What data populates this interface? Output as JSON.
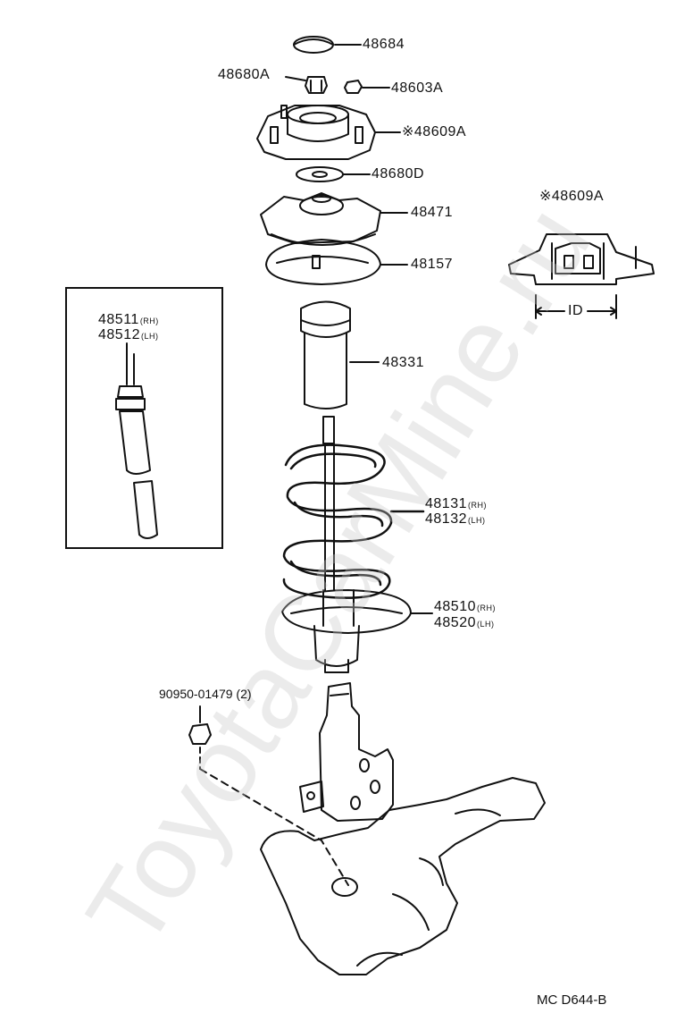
{
  "parts": {
    "p48684": "48684",
    "p48680A": "48680A",
    "p48603A": "48603A",
    "p48609A": "※48609A",
    "p48680D": "48680D",
    "p48471": "48471",
    "p48157": "48157",
    "p48609A_inset": "※48609A",
    "id_label": "ID",
    "p48511": "48511",
    "p48511_side": "(RH)",
    "p48512": "48512",
    "p48512_side": "(LH)",
    "p48331": "48331",
    "p48131": "48131",
    "p48131_side": "(RH)",
    "p48132": "48132",
    "p48132_side": "(LH)",
    "p48510": "48510",
    "p48510_side": "(RH)",
    "p48520": "48520",
    "p48520_side": "(LH)",
    "p90950": "90950-01479 (2)"
  },
  "diagram_code": "MC  D644-B",
  "watermark": "ToyotaCarMine.ru"
}
